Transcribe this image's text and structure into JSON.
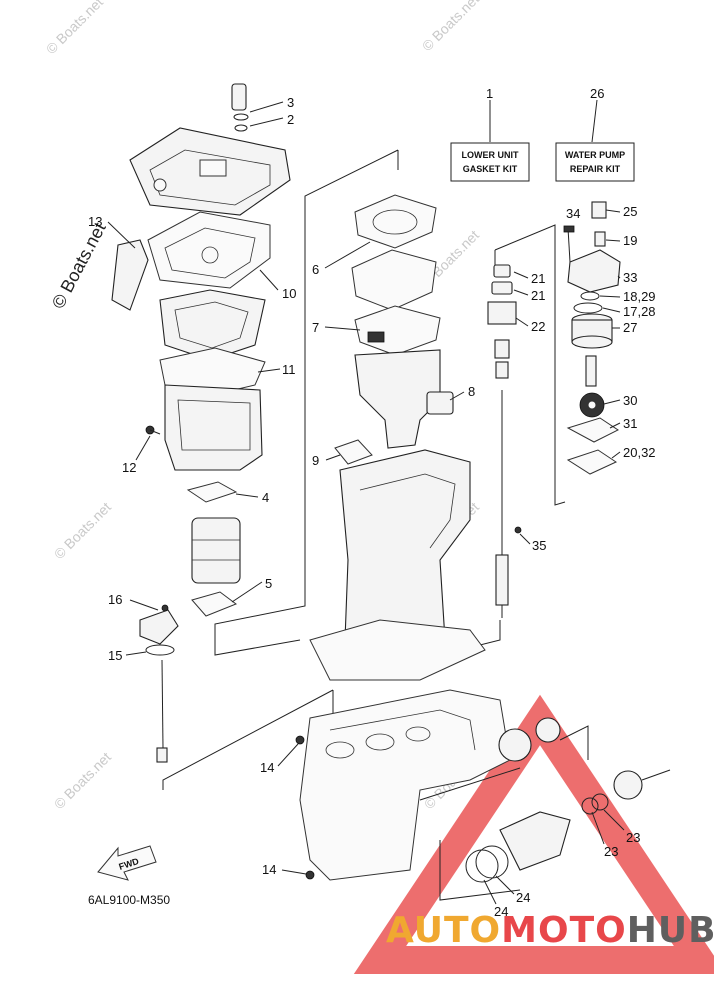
{
  "diagram_code": "6AL9100-M350",
  "watermark_text": "© Boats.net",
  "fwd_label": "FWD",
  "kits": {
    "lower_unit": {
      "line1": "LOWER UNIT",
      "line2": "GASKET KIT"
    },
    "water_pump": {
      "line1": "WATER PUMP",
      "line2": "REPAIR KIT"
    }
  },
  "callouts": {
    "c1": "1",
    "c26": "26",
    "c3": "3",
    "c2": "2",
    "c13": "13",
    "c10": "10",
    "c6": "6",
    "c7": "7",
    "c11": "11",
    "c8": "8",
    "c9": "9",
    "c12": "12",
    "c4": "4",
    "c5": "5",
    "c16": "16",
    "c15": "15",
    "c14a": "14",
    "c14b": "14",
    "c21a": "21",
    "c21b": "21",
    "c22": "22",
    "c35": "35",
    "c34": "34",
    "c25": "25",
    "c19": "19",
    "c33": "33",
    "c18_29": "18,29",
    "c17_28": "17,28",
    "c27": "27",
    "c30": "30",
    "c31": "31",
    "c20_32": "20,32",
    "c23a": "23",
    "c23b": "23",
    "c24a": "24",
    "c24b": "24"
  },
  "brand": {
    "part1": "AUTO",
    "part2": "MOTO",
    "part3": "HUB"
  },
  "colors": {
    "brand_orange": "#f0a830",
    "brand_red": "#e8474a",
    "brand_gray": "#5f5f5f",
    "triangle": "#e84a4a"
  }
}
